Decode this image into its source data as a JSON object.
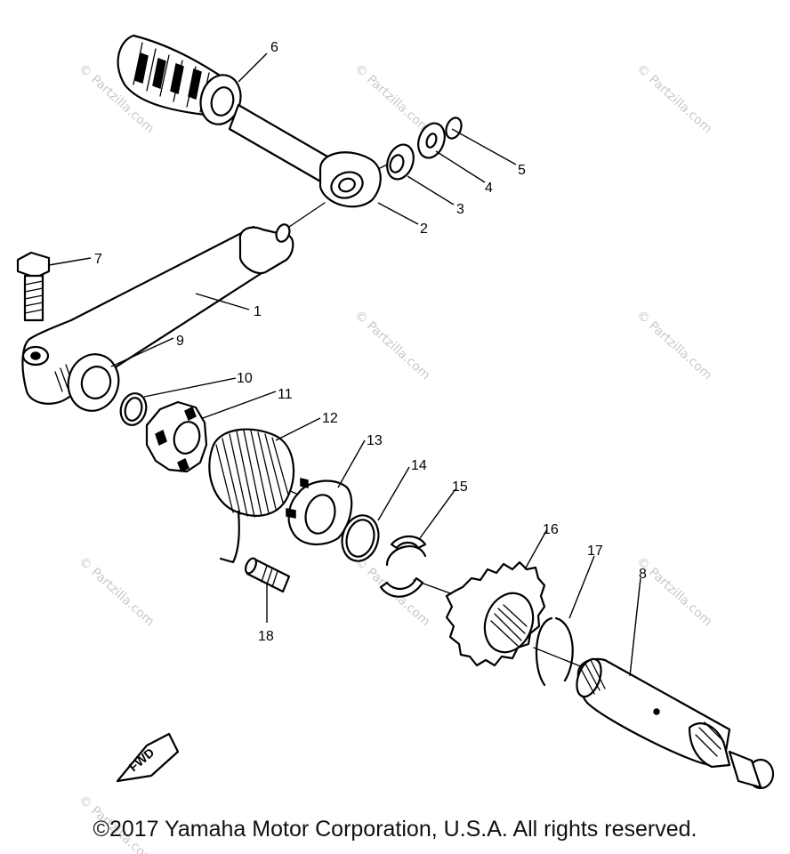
{
  "copyright": "©2017 Yamaha Motor Corporation, U.S.A. All rights reserved.",
  "watermark": "© Partzilla.com",
  "fwd_label": "FWD",
  "callouts": [
    "1",
    "2",
    "3",
    "4",
    "5",
    "6",
    "7",
    "8",
    "9",
    "10",
    "11",
    "12",
    "13",
    "14",
    "15",
    "16",
    "17",
    "18"
  ]
}
